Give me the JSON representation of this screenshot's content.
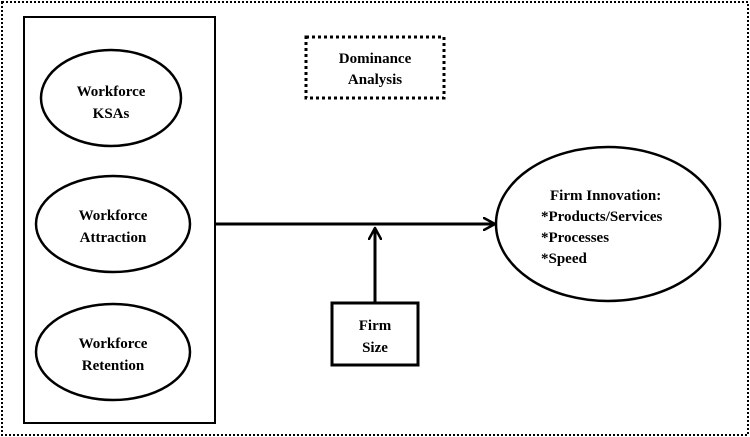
{
  "predictors": [
    {
      "line1": "Workforce",
      "line2": "KSAs"
    },
    {
      "line1": "Workforce",
      "line2": "Attraction"
    },
    {
      "line1": "Workforce",
      "line2": "Retention"
    }
  ],
  "analysis": {
    "line1": "Dominance",
    "line2": "Analysis"
  },
  "outcome": {
    "title": "Firm Innovation:",
    "items": [
      "*Products/Services",
      "*Processes",
      "*Speed"
    ]
  },
  "moderator": {
    "line1": "Firm",
    "line2": "Size"
  }
}
